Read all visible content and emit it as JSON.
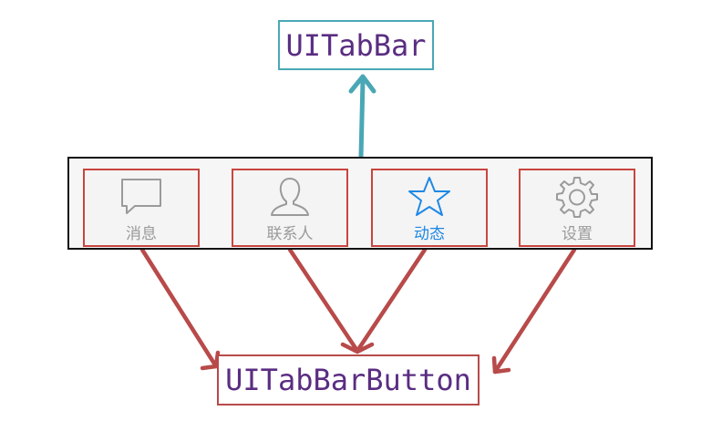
{
  "diagram": {
    "top_label": "UITabBar",
    "bottom_label": "UITabBarButton",
    "tabs": [
      {
        "label": "消息",
        "icon": "chat-bubble-icon",
        "selected": false
      },
      {
        "label": "联系人",
        "icon": "contact-person-icon",
        "selected": false
      },
      {
        "label": "动态",
        "icon": "star-icon",
        "selected": true
      },
      {
        "label": "设置",
        "icon": "gear-icon",
        "selected": false
      }
    ]
  },
  "colors": {
    "tabbar_arrow": "#4aa7b5",
    "button_arrows": "#b84a4a",
    "tab_border": "#c9453f",
    "label_text": "#5a2d82",
    "selected_tab": "#1e88e5",
    "unselected_tab": "#9a9a9a"
  }
}
